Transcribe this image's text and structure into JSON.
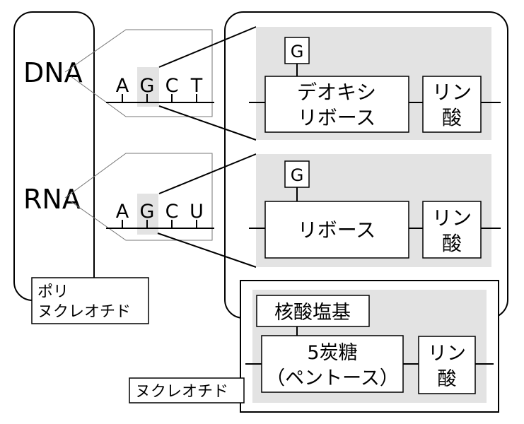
{
  "polynucleotide": {
    "dna_label": "DNA",
    "rna_label": "RNA",
    "label_line1": "ポリ",
    "label_line2": "ヌクレオチド"
  },
  "dna_strand": {
    "bases": [
      "A",
      "G",
      "C",
      "T"
    ],
    "highlighted": "G"
  },
  "rna_strand": {
    "bases": [
      "A",
      "G",
      "C",
      "U"
    ],
    "highlighted": "G"
  },
  "dna_nucleotide": {
    "base": "G",
    "sugar_line1": "デオキシ",
    "sugar_line2": "リボース",
    "phosphate_line1": "リン",
    "phosphate_line2": "酸"
  },
  "rna_nucleotide": {
    "base": "G",
    "sugar": "リボース",
    "phosphate_line1": "リン",
    "phosphate_line2": "酸"
  },
  "nucleotide": {
    "label": "ヌクレオチド",
    "base": "核酸塩基",
    "sugar_line1": "5炭糖",
    "sugar_line2": "（ペントース）",
    "phosphate_line1": "リン",
    "phosphate_line2": "酸"
  },
  "colors": {
    "highlight": "#e3e3e3",
    "line": "#000000"
  }
}
